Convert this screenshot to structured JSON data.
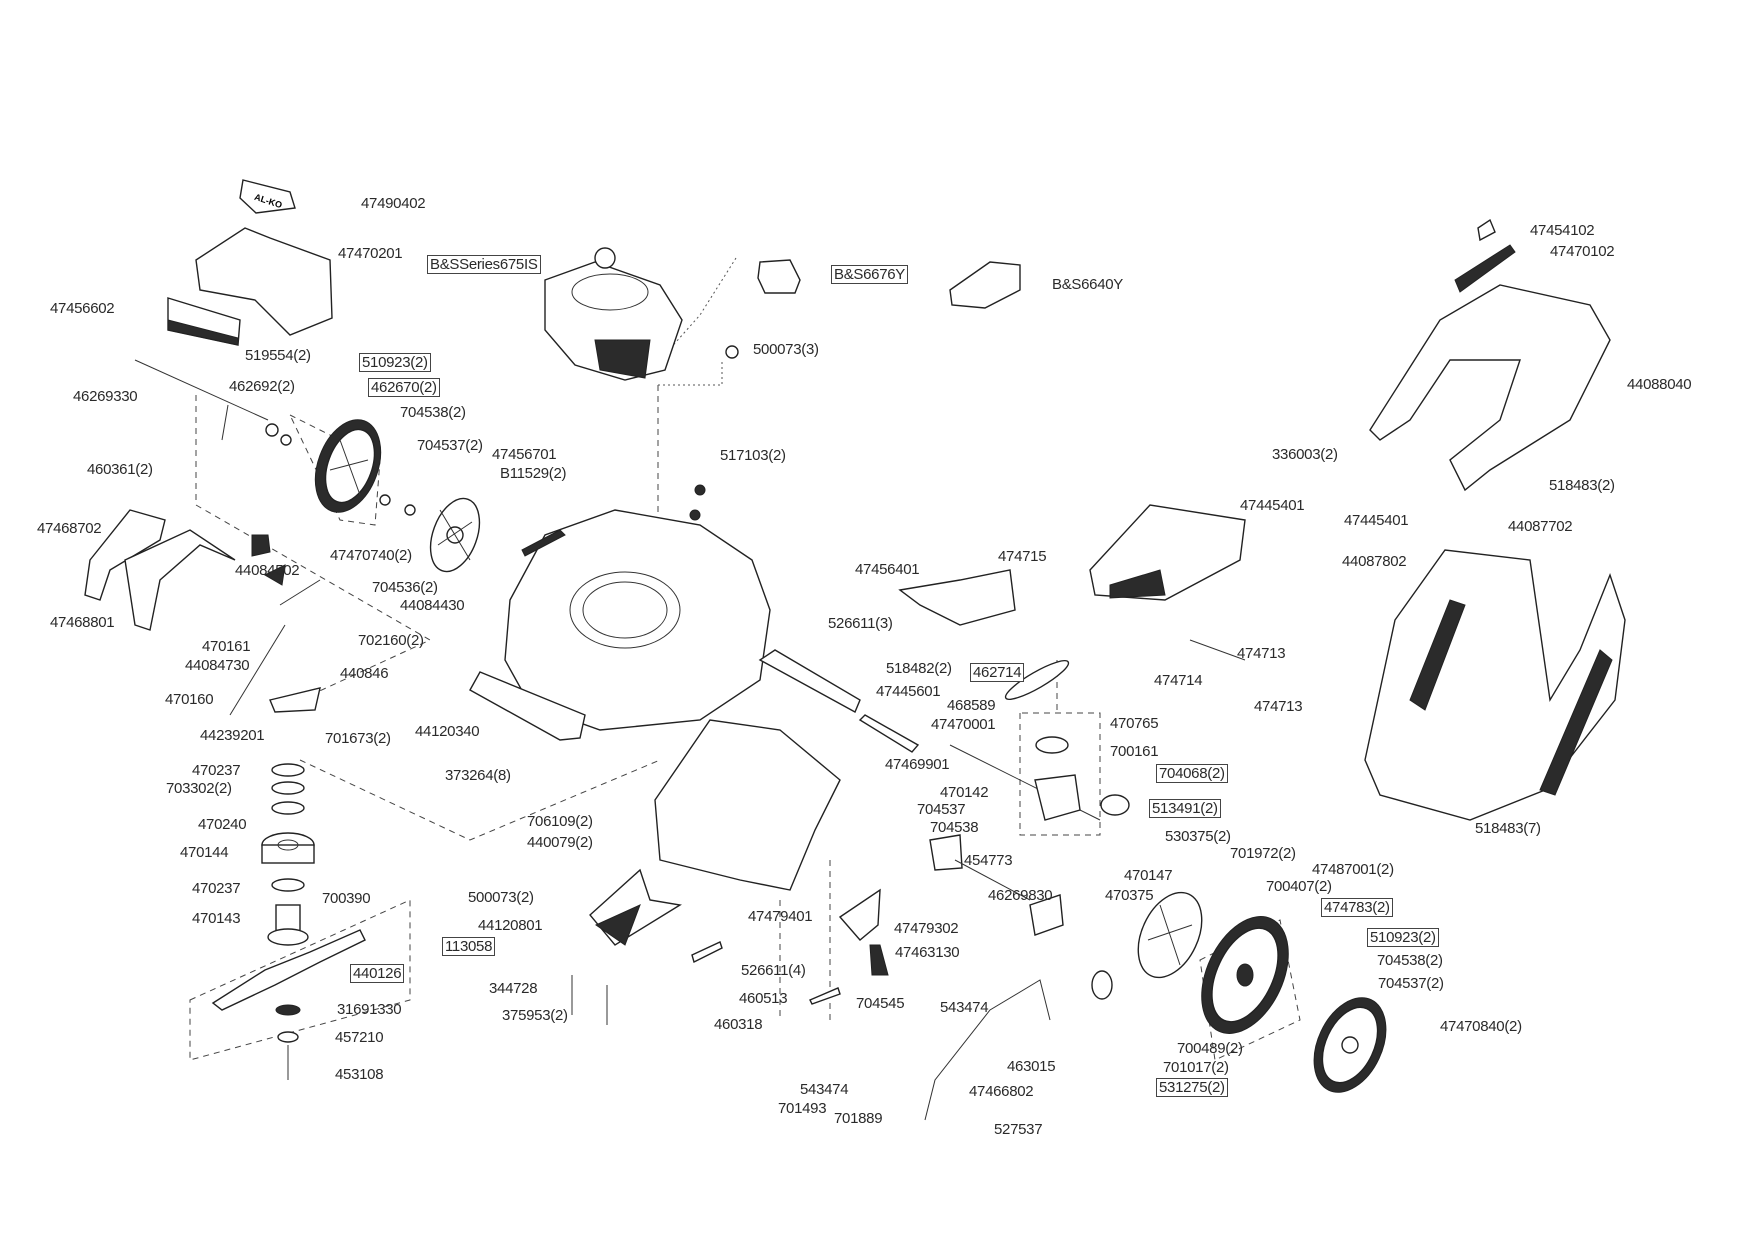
{
  "diagram": {
    "type": "exploded-parts-view",
    "logo_text": "AL-KO",
    "parts": [
      {
        "id": "p01",
        "label": "47490402",
        "boxed": false
      },
      {
        "id": "p02",
        "label": "47470201",
        "boxed": false
      },
      {
        "id": "p03",
        "label": "47456602",
        "boxed": false
      },
      {
        "id": "p04",
        "label": "519554(2)",
        "boxed": false
      },
      {
        "id": "p05",
        "label": "510923(2)",
        "boxed": true
      },
      {
        "id": "p06",
        "label": "462692(2)",
        "boxed": false
      },
      {
        "id": "p07",
        "label": "462670(2)",
        "boxed": true
      },
      {
        "id": "p08",
        "label": "46269330",
        "boxed": false
      },
      {
        "id": "p09",
        "label": "704538(2)",
        "boxed": false
      },
      {
        "id": "p10",
        "label": "704537(2)",
        "boxed": false
      },
      {
        "id": "p11",
        "label": "460361(2)",
        "boxed": false
      },
      {
        "id": "p12",
        "label": "47456701",
        "boxed": false
      },
      {
        "id": "p13",
        "label": "B11529(2)",
        "boxed": false
      },
      {
        "id": "p14",
        "label": "47468702",
        "boxed": false
      },
      {
        "id": "p15",
        "label": "47470740(2)",
        "boxed": false
      },
      {
        "id": "p16",
        "label": "44084502",
        "boxed": false
      },
      {
        "id": "p17",
        "label": "704536(2)",
        "boxed": false
      },
      {
        "id": "p18",
        "label": "44084430",
        "boxed": false
      },
      {
        "id": "p19",
        "label": "47468801",
        "boxed": false
      },
      {
        "id": "p20",
        "label": "470161",
        "boxed": false
      },
      {
        "id": "p21",
        "label": "702160(2)",
        "boxed": false
      },
      {
        "id": "p22",
        "label": "44084730",
        "boxed": false
      },
      {
        "id": "p23",
        "label": "440846",
        "boxed": false
      },
      {
        "id": "p24",
        "label": "470160",
        "boxed": false
      },
      {
        "id": "p25",
        "label": "44239201",
        "boxed": false
      },
      {
        "id": "p26",
        "label": "701673(2)",
        "boxed": false
      },
      {
        "id": "p27",
        "label": "44120340",
        "boxed": false
      },
      {
        "id": "p28",
        "label": "373264(8)",
        "boxed": false
      },
      {
        "id": "p29",
        "label": "470237",
        "boxed": false
      },
      {
        "id": "p30",
        "label": "703302(2)",
        "boxed": false
      },
      {
        "id": "p31",
        "label": "470240",
        "boxed": false
      },
      {
        "id": "p32",
        "label": "470144",
        "boxed": false
      },
      {
        "id": "p33",
        "label": "470237",
        "boxed": false
      },
      {
        "id": "p34",
        "label": "700390",
        "boxed": false
      },
      {
        "id": "p35",
        "label": "470143",
        "boxed": false
      },
      {
        "id": "p36",
        "label": "113058",
        "boxed": true
      },
      {
        "id": "p37",
        "label": "440126",
        "boxed": true
      },
      {
        "id": "p38",
        "label": "31691330",
        "boxed": false
      },
      {
        "id": "p39",
        "label": "457210",
        "boxed": false
      },
      {
        "id": "p40",
        "label": "453108",
        "boxed": false
      },
      {
        "id": "p41",
        "label": "B&SSeries675IS",
        "boxed": true
      },
      {
        "id": "p42",
        "label": "B&S6676Y",
        "boxed": true
      },
      {
        "id": "p43",
        "label": "B&S6640Y",
        "boxed": false
      },
      {
        "id": "p44",
        "label": "500073(3)",
        "boxed": false
      },
      {
        "id": "p45",
        "label": "517103(2)",
        "boxed": false
      },
      {
        "id": "p46",
        "label": "526611(3)",
        "boxed": false
      },
      {
        "id": "p47",
        "label": "518482(2)",
        "boxed": false
      },
      {
        "id": "p48",
        "label": "47445601",
        "boxed": false
      },
      {
        "id": "p49",
        "label": "468589",
        "boxed": false
      },
      {
        "id": "p50",
        "label": "47470001",
        "boxed": false
      },
      {
        "id": "p51",
        "label": "47469901",
        "boxed": false
      },
      {
        "id": "p52",
        "label": "706109(2)",
        "boxed": false
      },
      {
        "id": "p53",
        "label": "440079(2)",
        "boxed": false
      },
      {
        "id": "p54",
        "label": "500073(2)",
        "boxed": false
      },
      {
        "id": "p55",
        "label": "44120801",
        "boxed": false
      },
      {
        "id": "p56",
        "label": "344728",
        "boxed": false
      },
      {
        "id": "p57",
        "label": "375953(2)",
        "boxed": false
      },
      {
        "id": "p58",
        "label": "526611(4)",
        "boxed": false
      },
      {
        "id": "p59",
        "label": "460513",
        "boxed": false
      },
      {
        "id": "p60",
        "label": "460318",
        "boxed": false
      },
      {
        "id": "p61",
        "label": "47479401",
        "boxed": false
      },
      {
        "id": "p62",
        "label": "47479302",
        "boxed": false
      },
      {
        "id": "p63",
        "label": "47463130",
        "boxed": false
      },
      {
        "id": "p64",
        "label": "704545",
        "boxed": false
      },
      {
        "id": "p65",
        "label": "543474",
        "boxed": false
      },
      {
        "id": "p66",
        "label": "463015",
        "boxed": false
      },
      {
        "id": "p67",
        "label": "543474",
        "boxed": false
      },
      {
        "id": "p68",
        "label": "701493",
        "boxed": false
      },
      {
        "id": "p69",
        "label": "701889",
        "boxed": false
      },
      {
        "id": "p70",
        "label": "47466802",
        "boxed": false
      },
      {
        "id": "p71",
        "label": "527537",
        "boxed": false
      },
      {
        "id": "p72",
        "label": "47456401",
        "boxed": false
      },
      {
        "id": "p73",
        "label": "474715",
        "boxed": false
      },
      {
        "id": "p74",
        "label": "47445401",
        "boxed": false
      },
      {
        "id": "p75",
        "label": "462714",
        "boxed": true
      },
      {
        "id": "p76",
        "label": "474714",
        "boxed": false
      },
      {
        "id": "p77",
        "label": "474713",
        "boxed": false
      },
      {
        "id": "p78",
        "label": "470765",
        "boxed": false
      },
      {
        "id": "p79",
        "label": "700161",
        "boxed": false
      },
      {
        "id": "p80",
        "label": "704068(2)",
        "boxed": true
      },
      {
        "id": "p81",
        "label": "470142",
        "boxed": false
      },
      {
        "id": "p82",
        "label": "513491(2)",
        "boxed": true
      },
      {
        "id": "p83",
        "label": "704537",
        "boxed": false
      },
      {
        "id": "p84",
        "label": "704538",
        "boxed": false
      },
      {
        "id": "p85",
        "label": "530375(2)",
        "boxed": false
      },
      {
        "id": "p86",
        "label": "454773",
        "boxed": false
      },
      {
        "id": "p87",
        "label": "470147",
        "boxed": false
      },
      {
        "id": "p88",
        "label": "470375",
        "boxed": false
      },
      {
        "id": "p89",
        "label": "46269830",
        "boxed": false
      },
      {
        "id": "p90",
        "label": "701972(2)",
        "boxed": false
      },
      {
        "id": "p91",
        "label": "47487001(2)",
        "boxed": false
      },
      {
        "id": "p92",
        "label": "700407(2)",
        "boxed": false
      },
      {
        "id": "p93",
        "label": "474783(2)",
        "boxed": true
      },
      {
        "id": "p94",
        "label": "510923(2)",
        "boxed": true
      },
      {
        "id": "p95",
        "label": "704538(2)",
        "boxed": false
      },
      {
        "id": "p96",
        "label": "704537(2)",
        "boxed": false
      },
      {
        "id": "p97",
        "label": "47470840(2)",
        "boxed": false
      },
      {
        "id": "p98",
        "label": "700489(2)",
        "boxed": false
      },
      {
        "id": "p99",
        "label": "701017(2)",
        "boxed": false
      },
      {
        "id": "p100",
        "label": "531275(2)",
        "boxed": true
      },
      {
        "id": "p101",
        "label": "47454102",
        "boxed": false
      },
      {
        "id": "p102",
        "label": "47470102",
        "boxed": false
      },
      {
        "id": "p103",
        "label": "44088040",
        "boxed": false
      },
      {
        "id": "p104",
        "label": "336003(2)",
        "boxed": false
      },
      {
        "id": "p105",
        "label": "518483(2)",
        "boxed": false
      },
      {
        "id": "p106",
        "label": "47445401",
        "boxed": false
      },
      {
        "id": "p107",
        "label": "44087702",
        "boxed": false
      },
      {
        "id": "p108",
        "label": "44087802",
        "boxed": false
      },
      {
        "id": "p109",
        "label": "474713",
        "boxed": false
      },
      {
        "id": "p110",
        "label": "518483(7)",
        "boxed": false
      }
    ]
  }
}
